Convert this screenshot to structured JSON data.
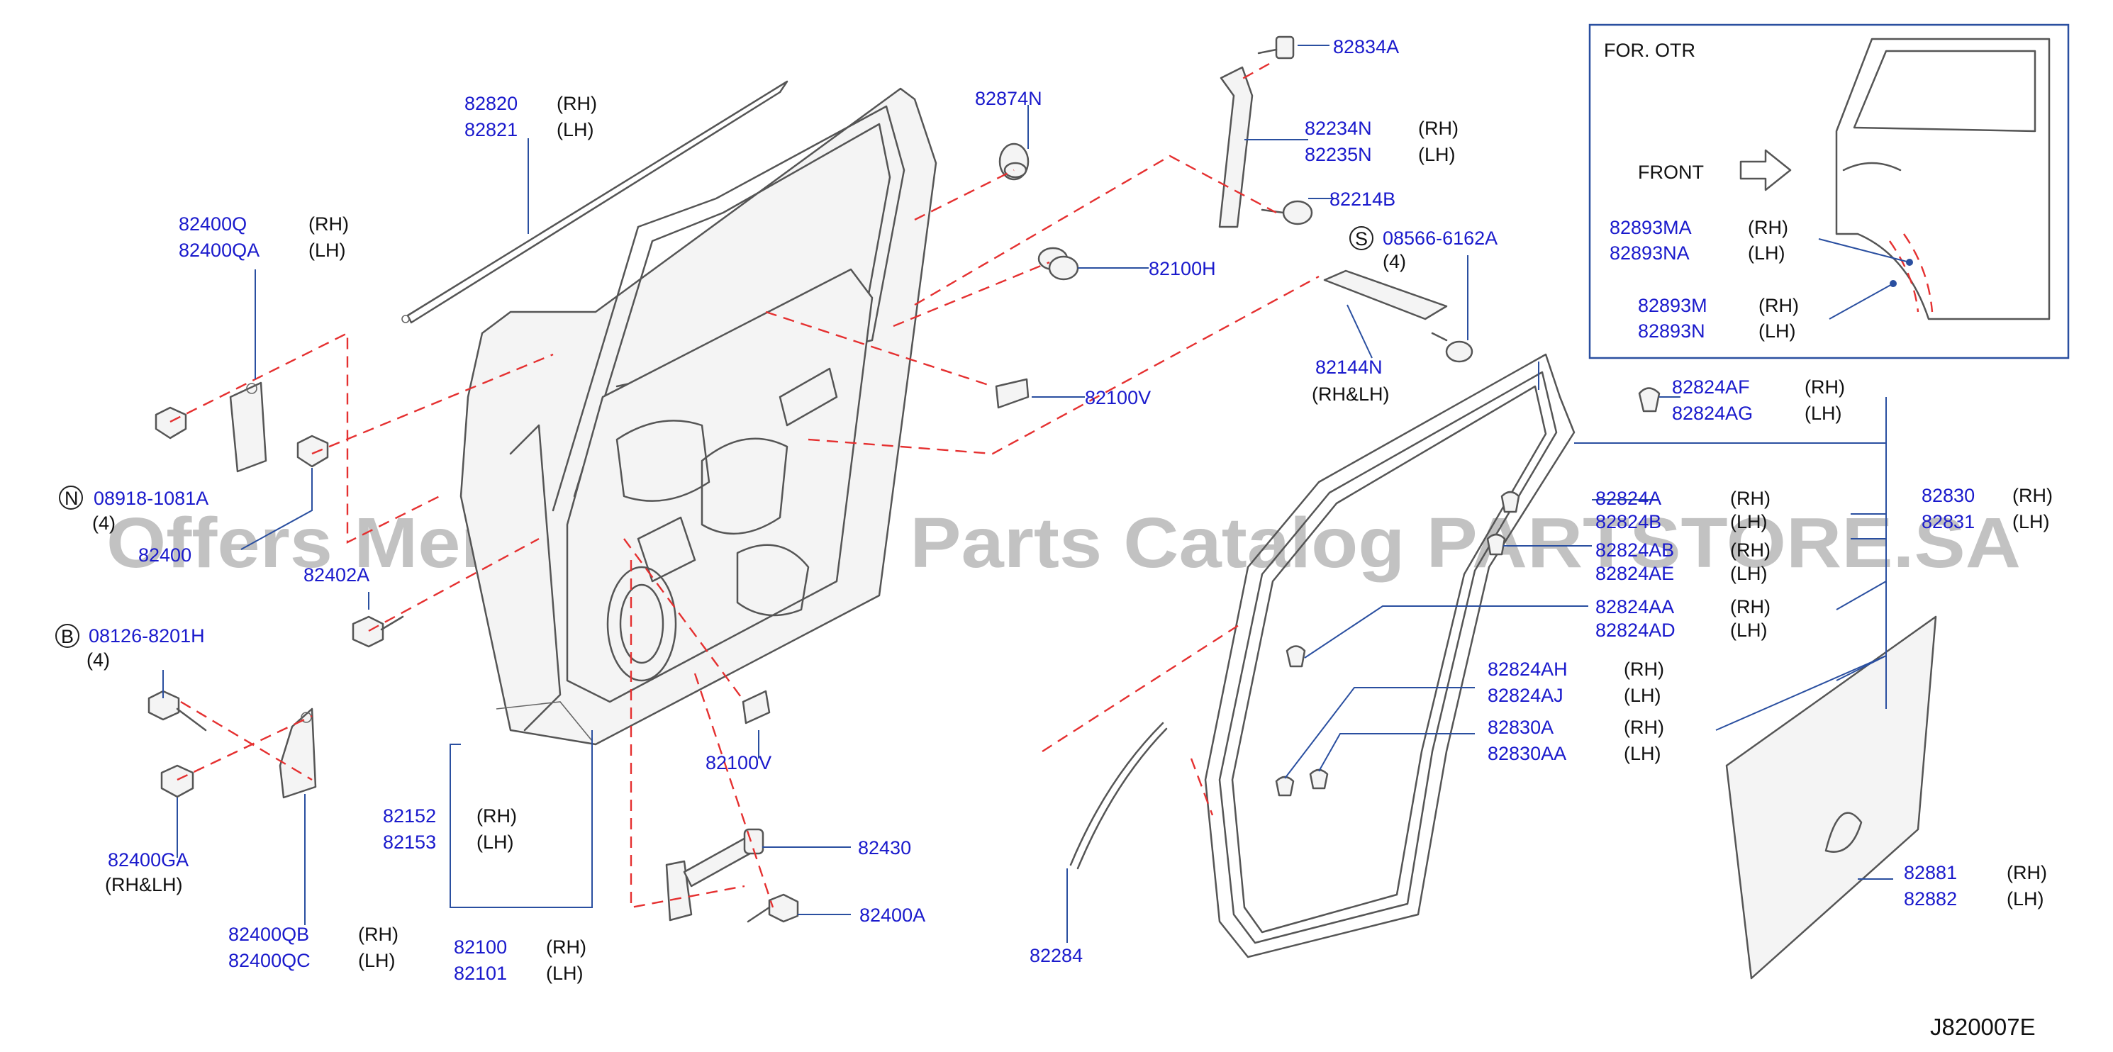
{
  "diagram": {
    "reference_code": "J820007E",
    "watermark": "Offers Merchant Auto Parts Catalog PARTSTORE.SA",
    "inset": {
      "title": "FOR.   OTR",
      "front_label": "FRONT",
      "labels": [
        {
          "num": "82893MA",
          "side": "(RH)"
        },
        {
          "num": "82893NA",
          "side": "(LH)"
        },
        {
          "num": "82893M",
          "side": "(RH)"
        },
        {
          "num": "82893N",
          "side": "(LH)"
        }
      ]
    },
    "labels": {
      "82820": "82820",
      "82821": "82821",
      "82874N": "82874N",
      "82834A": "82834A",
      "82234N": "82234N",
      "82235N": "82235N",
      "82214B": "82214B",
      "08566": "08566-6162A",
      "qty4a": "(4)",
      "82100H": "82100H",
      "82144N": "82144N",
      "rhlh1": "(RH&LH)",
      "82100V_top": "82100V",
      "82400Q": "82400Q",
      "82400QA": "82400QA",
      "08918": "08918-1081A",
      "qty4b": "(4)",
      "82400_partial": "82400",
      "82402A": "82402A",
      "08126": "08126-8201H",
      "qty4c": "(4)",
      "82400GA": "82400GA",
      "rhlh2": "(RH&LH)",
      "82400QB": "82400QB",
      "82400QC": "82400QC",
      "82152": "82152",
      "82153": "82153",
      "82100": "82100",
      "82101": "82101",
      "82100V_bot": "82100V",
      "82430": "82430",
      "82400A": "82400A",
      "82284": "82284",
      "82824AF": "82824AF",
      "82824AG": "82824AG",
      "82824A": "82824A",
      "82824B": "82824B",
      "82824AB": "82824AB",
      "82824AE": "82824AE",
      "82824AA": "82824AA",
      "82824AD": "82824AD",
      "82824AH": "82824AH",
      "82824AJ": "82824AJ",
      "82830A": "82830A",
      "82830AA": "82830AA",
      "82830": "82830",
      "82831": "82831",
      "82881": "82881",
      "82882": "82882"
    },
    "sides": {
      "rh": "(RH)",
      "lh": "(LH)"
    },
    "circle_letters": {
      "s": "S",
      "n": "N",
      "b": "B"
    }
  }
}
